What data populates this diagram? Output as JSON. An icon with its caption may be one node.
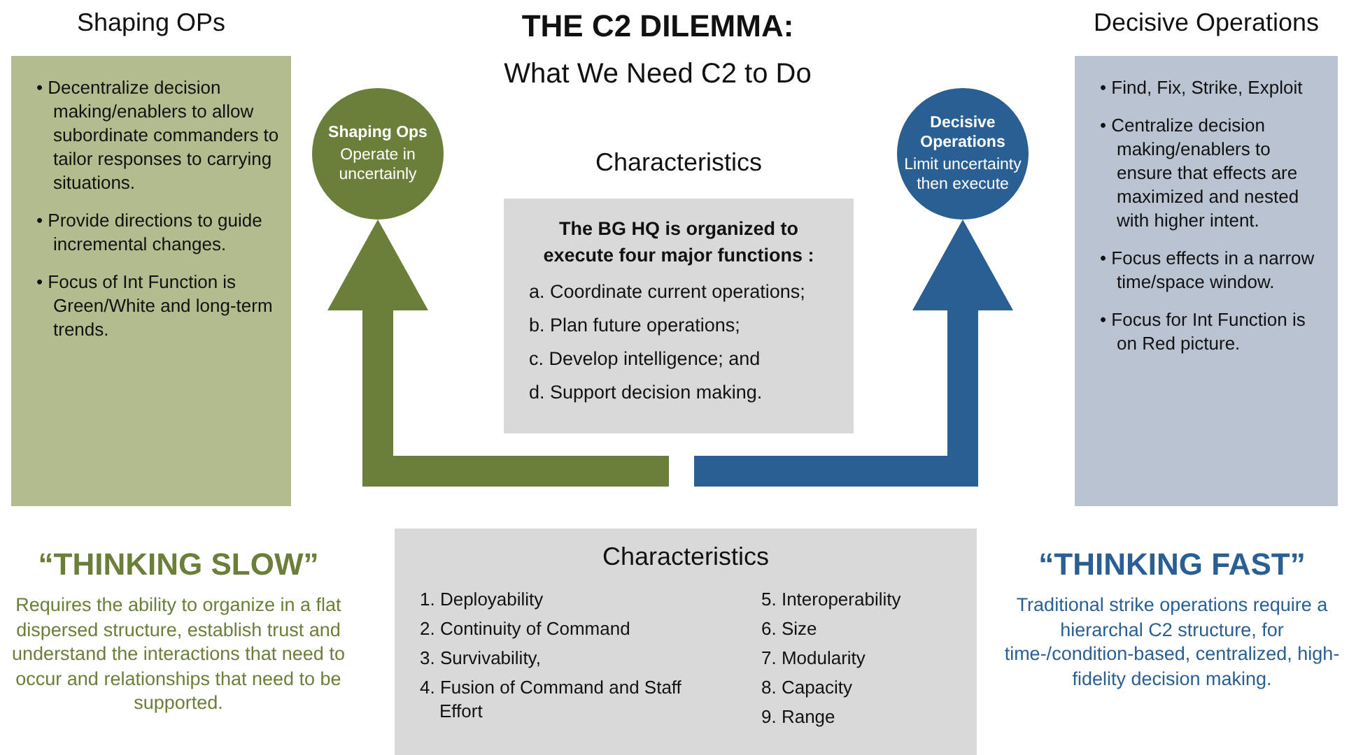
{
  "diagram": {
    "title": "THE C2 DILEMMA:",
    "nodes": [
      {
        "text": [
          "Shaping OPs",
          "• Decentralize decision making/enablers to allow subordinate commanders to tailor responses to carrying situations.",
          "• Provide directions to guide incremental changes.",
          "• Focus of Int Function is Green/White and long-term trends."
        ]
      },
      {
        "text": [
          "Shaping Ops",
          "Operate in uncertainly"
        ]
      },
      {
        "text": [
          "Characteristics",
          "The BG HQ is organized to execute four major functions :",
          "a. Coordinate current operations;",
          "b. Plan future operations;",
          "c. Develop intelligence; and",
          "d. Support decision making."
        ]
      },
      {
        "text": [
          "Decisive Operations",
          "Limit uncertainty then execute"
        ]
      },
      {
        "text": [
          "Decisive Operations",
          "• Find, Fix, Strike, Exploit",
          "• Centralize decision making/enablers to ensure that effects are maximized and nested with higher intent.",
          "• Focus effects in a narrow time/space window.",
          "• Focus for Int Function is on Red picture."
        ]
      },
      {
        "text": [
          "Characteristics",
          "1. Deployability",
          "2. Continuity of Command",
          "3. Survivability,",
          "4. Fusion of Command and Staff Effort",
          "5. Interoperability",
          "6. Size",
          "7. Modularity",
          "8. Capacity",
          "9. Range"
        ]
      }
    ],
    "edges": [
      {
        "from": null,
        "to": 1,
        "arrow": "to",
        "color": "#6b7f3a"
      },
      {
        "from": null,
        "to": 3,
        "arrow": "to",
        "color": "#2a5f93"
      }
    ],
    "labels": [
      "What We Need C2 to Do",
      "“THINKING SLOW”",
      "Requires the ability to organize in a flat dispersed structure, establish trust and understand the interactions that need to occur and relationships that need to be supported.",
      "“THINKING FAST”",
      "Traditional strike operations require a hierarchal C2 structure, for time-/condition-based, centralized, high-fidelity decision making."
    ]
  }
}
